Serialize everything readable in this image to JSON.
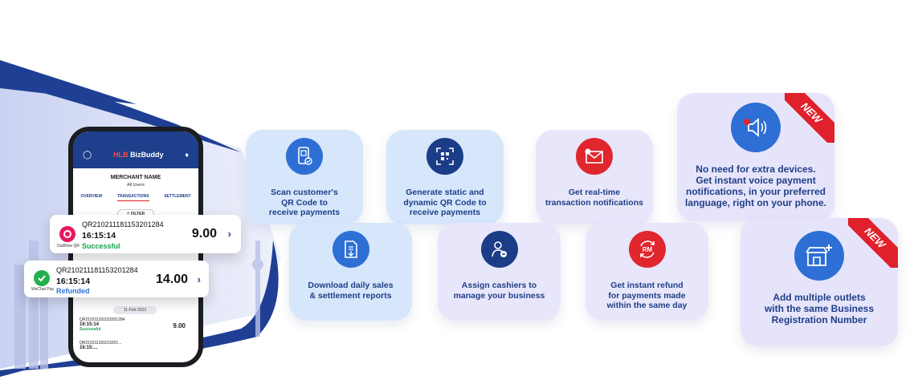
{
  "colors": {
    "navy": "#1b3d87",
    "brand_blue": "#2e6fd6",
    "accent_red": "#e1262e",
    "card_blue": "#d6e6fb",
    "card_lavender": "#e8e6fb",
    "success_green": "#17a34a",
    "refund_blue": "#2e6fd6"
  },
  "phone": {
    "brand": "HLB",
    "brand_suffix": "BizBuddy",
    "merchant_name": "MERCHANT NAME",
    "users": "All Users",
    "tabs": [
      {
        "label": "OVERVIEW"
      },
      {
        "label": "TRANSACTIONS",
        "active": true
      },
      {
        "label": "SETTLEMENT"
      }
    ],
    "filter_label": "FILTER",
    "date_label": "11-Feb-2022",
    "mini_rows": [
      {
        "qr": "QR210211181153201284",
        "time": "16:15:14",
        "amount": "9.00",
        "status": "Successful"
      },
      {
        "qr": "QR210211181153201...",
        "time": "16:15:..."
      }
    ]
  },
  "transactions": [
    {
      "qr": "QR210211181153201284",
      "time": "16:15:14",
      "amount": "9.00",
      "status": "Successful",
      "wallet": "DuitNow QR",
      "wallet_icon": "duitnow-icon"
    },
    {
      "qr": "QR210211181153201284",
      "time": "16:15:14",
      "amount": "14.00",
      "status": "Refunded",
      "wallet": "WeChat Pay",
      "wallet_icon": "wechat-pay-icon"
    }
  ],
  "features": [
    {
      "text": "Scan customer's\nQR Code to\nreceive payments",
      "icon": "scan-qr-icon"
    },
    {
      "text": "Generate static and\ndynamic QR Code to\nreceive payments",
      "icon": "qr-code-icon"
    },
    {
      "text": "Get real-time\ntransaction notifications",
      "icon": "mail-notification-icon"
    },
    {
      "text": "No need for extra devices.\nGet instant voice payment\nnotifications, in your preferred\nlanguage, right on your phone.",
      "icon": "speaker-icon",
      "badge": "NEW"
    },
    {
      "text": "Download daily sales\n& settlement reports",
      "icon": "download-report-icon"
    },
    {
      "text": "Assign cashiers to\nmanage your business",
      "icon": "cashier-user-icon"
    },
    {
      "text": "Get instant refund\nfor payments made\nwithin the same day",
      "icon": "refund-rm-icon"
    },
    {
      "text": "Add multiple outlets\nwith the same Business\nRegistration Number",
      "icon": "add-outlet-icon",
      "badge": "NEW"
    }
  ]
}
